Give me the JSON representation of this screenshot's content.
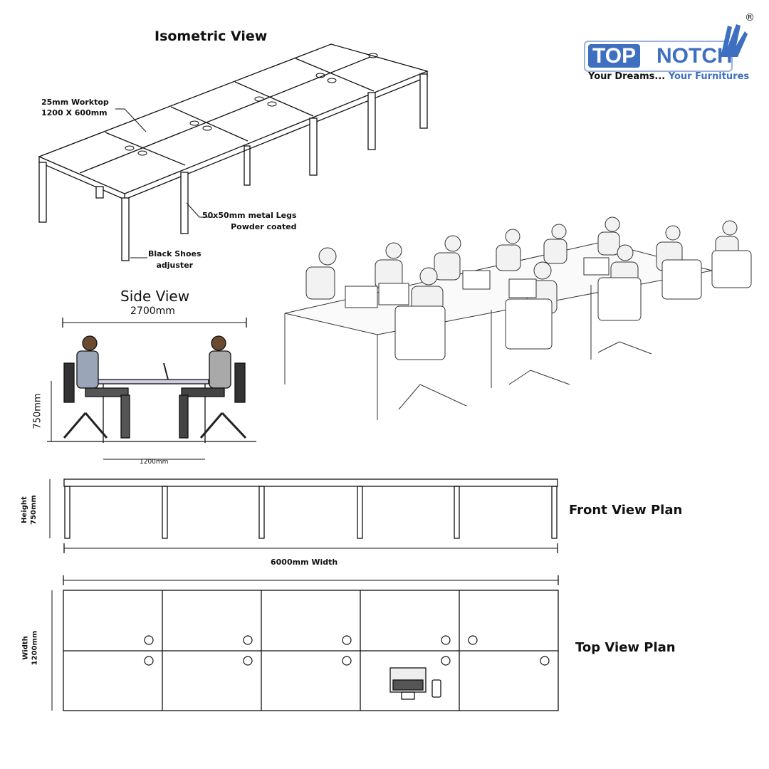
{
  "brand": {
    "logo_part1": "TOP",
    "logo_part2": "NOTCH",
    "registered": "®",
    "tagline_part1": "Your Dreams...",
    "tagline_part2": "Your Furnitures",
    "brand_color": "#3f6fc0"
  },
  "isometric": {
    "title": "Isometric View",
    "worktop_label_1": "25mm Worktop",
    "worktop_label_2": "1200 X 600mm",
    "legs_label_1": "50x50mm metal Legs",
    "legs_label_2": "Powder coated",
    "shoes_label_1": "Black Shoes",
    "shoes_label_2": "adjuster"
  },
  "side_view": {
    "title": "Side View",
    "width_label": "2700mm",
    "height_label": "750mm",
    "depth_label": "1200mm"
  },
  "front_view": {
    "title": "Front View Plan",
    "height_label_1": "Height",
    "height_label_2": "750mm",
    "width_label": "6000mm Width"
  },
  "top_view": {
    "title": "Top View Plan",
    "width_label_1": "Width",
    "width_label_2": "1200mm"
  }
}
